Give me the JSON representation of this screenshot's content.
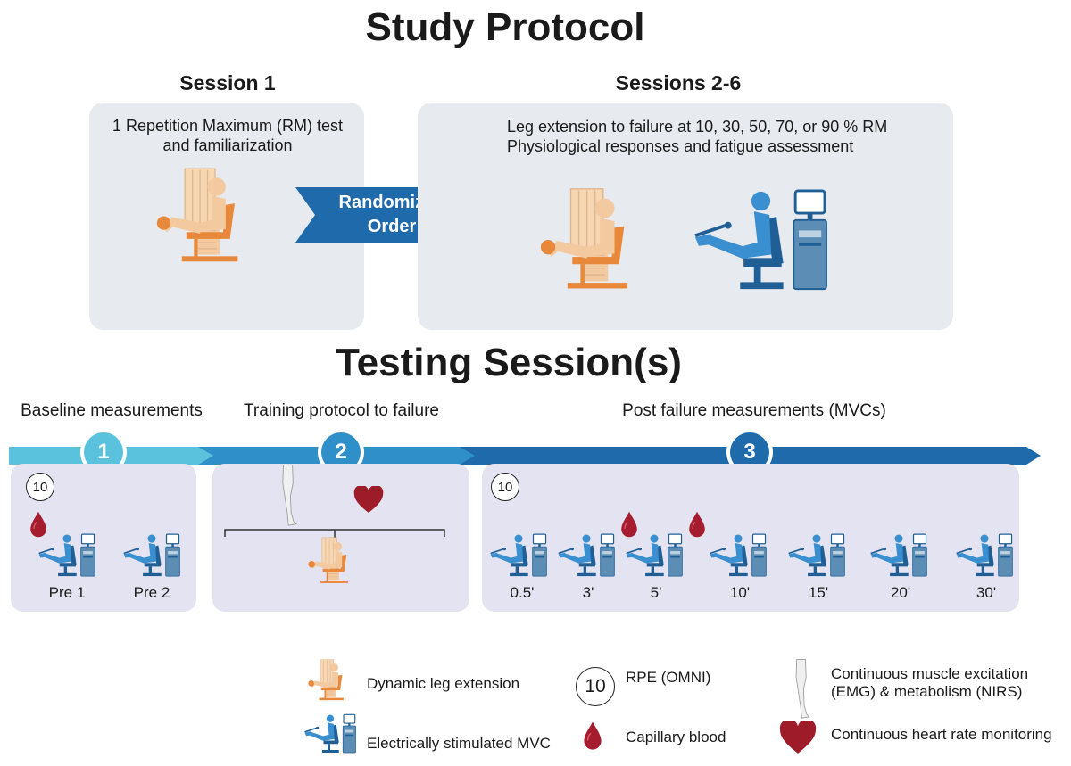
{
  "title": "Study Protocol",
  "session1": {
    "heading": "Session 1",
    "line1": "1 Repetition Maximum (RM) test",
    "line2": "and familiarization"
  },
  "arrow": {
    "line1": "Randomized",
    "line2": "Order"
  },
  "sessions26": {
    "heading": "Sessions 2-6",
    "line1": "Leg extension to failure at 10, 30, 50, 70, or 90 % RM",
    "line2": "Physiological responses and fatigue assessment"
  },
  "testing": {
    "title": "Testing Session(s)",
    "phase1": {
      "label": "Baseline measurements",
      "num": "1"
    },
    "phase2": {
      "label": "Training protocol to failure",
      "num": "2"
    },
    "phase3": {
      "label": "Post failure measurements (MVCs)",
      "num": "3"
    },
    "rpe": "10",
    "baseline_times": [
      "Pre 1",
      "Pre 2"
    ],
    "post_times": [
      "0.5'",
      "3'",
      "5'",
      "10'",
      "15'",
      "20'",
      "30'"
    ]
  },
  "legend": {
    "dynamic": "Dynamic leg extension",
    "stim": "Electrically stimulated MVC",
    "rpe_num": "10",
    "rpe": "RPE (OMNI)",
    "blood": "Capillary blood",
    "emg_line1": "Continuous muscle excitation",
    "emg_line2": "(EMG) & metabolism (NIRS)",
    "heart": "Continuous heart rate monitoring"
  },
  "colors": {
    "orange": "#e8883a",
    "orange_light": "#f3c9a0",
    "blue_dark": "#1f6aab",
    "blue_mid": "#2f8fc8",
    "blue_light": "#5bc2dd",
    "blood": "#a51c2e",
    "panel": "#e7eaee",
    "panel2": "#e3e3f1"
  }
}
